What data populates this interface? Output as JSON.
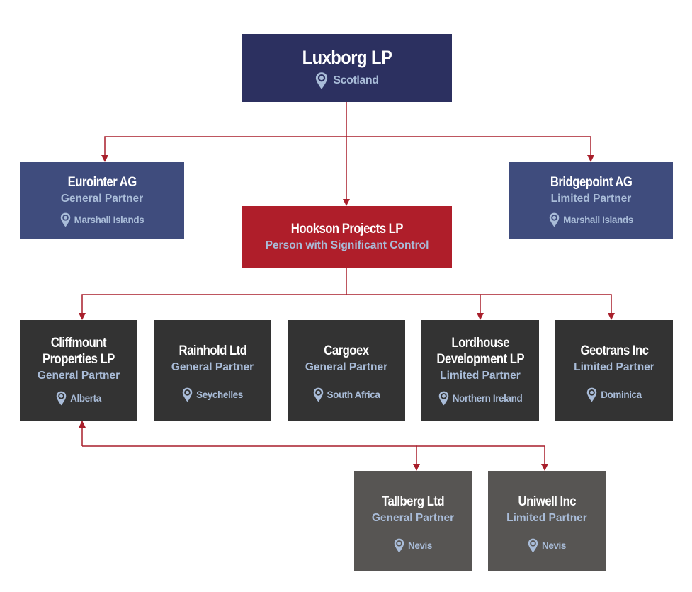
{
  "colors": {
    "connector": "#a81f2b",
    "top_node": "#2c3060",
    "partner_node": "#3f4c7d",
    "psc_node": "#af1e2a",
    "subsidiary_node": "#333333",
    "sub_subsidiary_node": "#575553",
    "name_text": "#ffffff",
    "detail_text": "#a9bcd8"
  },
  "nodes": {
    "luxborg": {
      "name": "Luxborg LP",
      "location": "Scotland",
      "location_icon": "map-pin-icon"
    },
    "eurointer": {
      "name": "Eurointer AG",
      "role": "General Partner",
      "location": "Marshall Islands",
      "location_icon": "map-pin-icon"
    },
    "hookson": {
      "name": "Hookson Projects LP",
      "role": "Person with Significant Control"
    },
    "bridgepoint": {
      "name": "Bridgepoint AG",
      "role": "Limited Partner",
      "location": "Marshall Islands",
      "location_icon": "map-pin-icon"
    },
    "cliffmount": {
      "name": "Cliffmount\nProperties LP",
      "role": "General Partner",
      "location": "Alberta",
      "location_icon": "map-pin-icon"
    },
    "rainhold": {
      "name": "Rainhold Ltd",
      "role": "General Partner",
      "location": "Seychelles",
      "location_icon": "map-pin-icon"
    },
    "cargoex": {
      "name": "Cargoex",
      "role": "General Partner",
      "location": "South Africa",
      "location_icon": "map-pin-icon"
    },
    "lordhouse": {
      "name": "Lordhouse\nDevelopment LP",
      "role": "Limited Partner",
      "location": "Northern Ireland",
      "location_icon": "map-pin-icon"
    },
    "geotrans": {
      "name": "Geotrans Inc",
      "role": "Limited Partner",
      "location": "Dominica",
      "location_icon": "map-pin-icon"
    },
    "tallberg": {
      "name": "Tallberg Ltd",
      "role": "General Partner",
      "location": "Nevis",
      "location_icon": "map-pin-icon"
    },
    "uniwell": {
      "name": "Uniwell Inc",
      "role": "Limited Partner",
      "location": "Nevis",
      "location_icon": "map-pin-icon"
    }
  },
  "edges": [
    {
      "from": "luxborg",
      "to": "eurointer"
    },
    {
      "from": "luxborg",
      "to": "hookson"
    },
    {
      "from": "luxborg",
      "to": "bridgepoint"
    },
    {
      "from": "hookson",
      "to": "cliffmount"
    },
    {
      "from": "hookson",
      "to": "lordhouse"
    },
    {
      "from": "hookson",
      "to": "geotrans"
    },
    {
      "from": "tallberg",
      "to": "cliffmount"
    },
    {
      "from": "cliffmount",
      "to": "tallberg"
    },
    {
      "from": "cliffmount",
      "to": "uniwell"
    }
  ]
}
